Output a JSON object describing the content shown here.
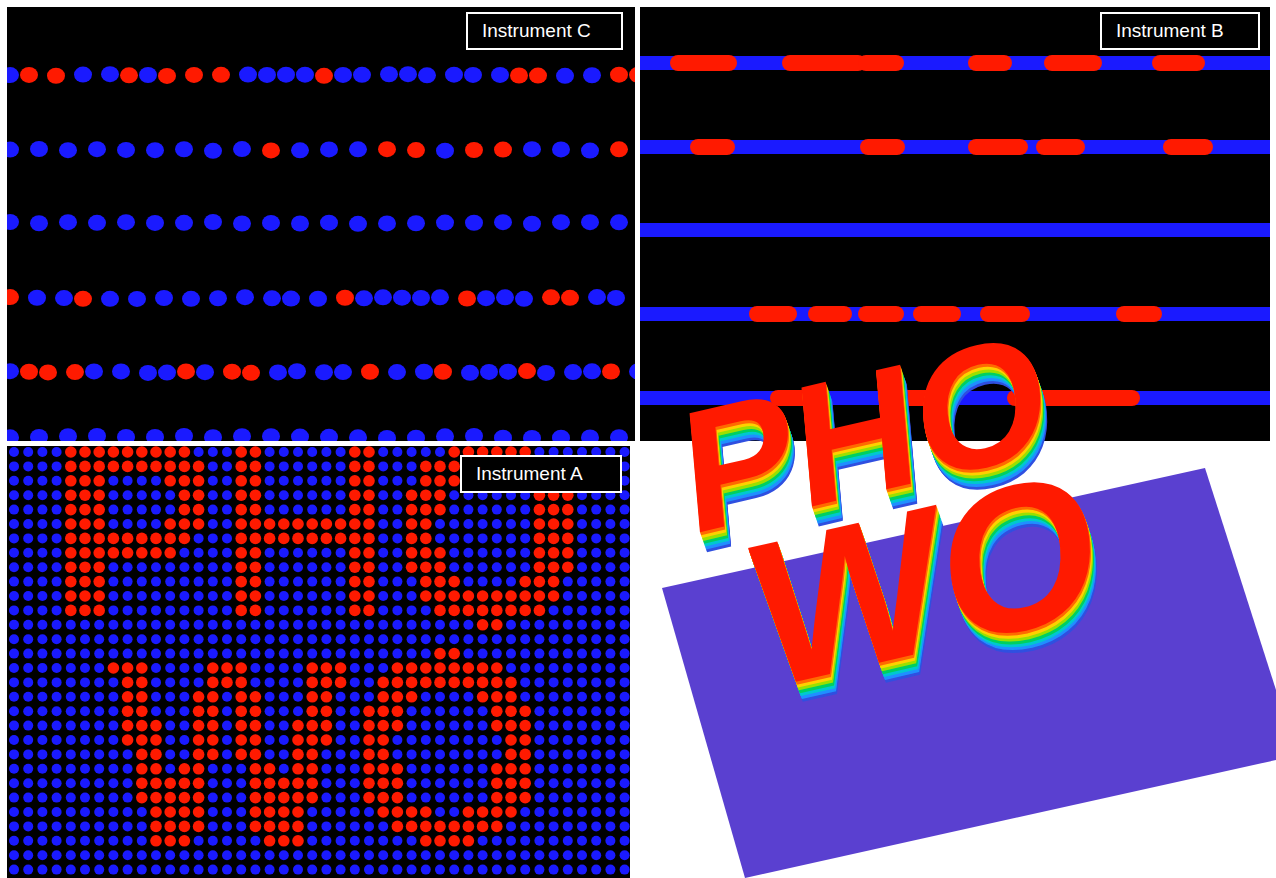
{
  "diagram": {
    "nodes": [
      {
        "text": [
          "Instrument C"
        ]
      },
      {
        "text": [
          "Instrument B"
        ]
      },
      {
        "text": [
          "Instrument A"
        ]
      }
    ],
    "labels": [
      "PHO",
      "WO"
    ]
  }
}
